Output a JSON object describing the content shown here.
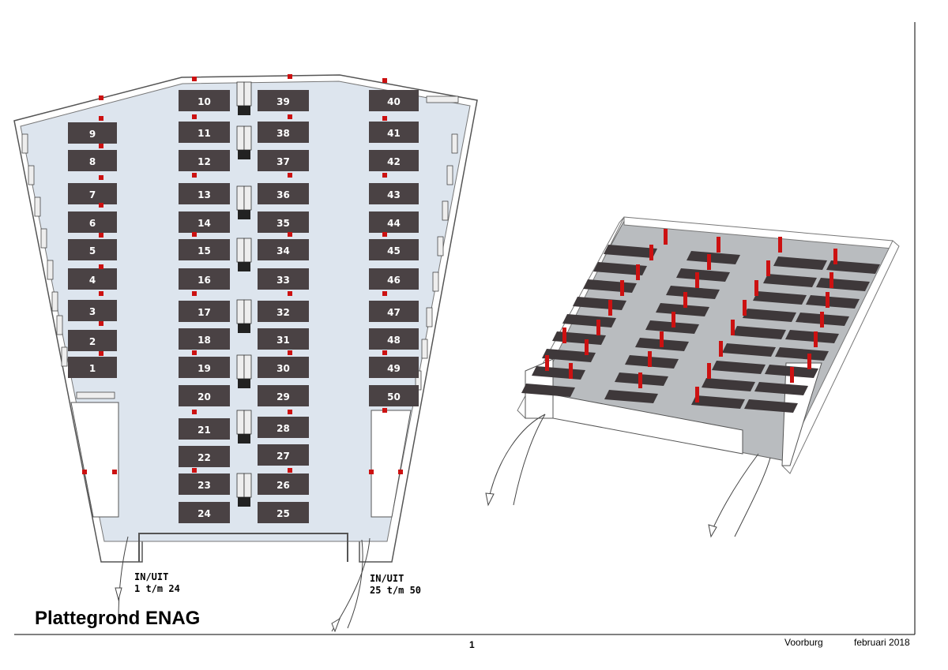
{
  "title": "Plattegrond ENAG",
  "entrances": {
    "left": {
      "line1": "IN/UIT",
      "line2": "1 t/m 24"
    },
    "right": {
      "line1": "IN/UIT",
      "line2": "25 t/m 50"
    }
  },
  "footer": {
    "page": "1",
    "place": "Voorburg",
    "date": "februari 2018"
  },
  "slots": {
    "left_column": [
      "9",
      "8",
      "7",
      "6",
      "5",
      "4",
      "3",
      "2",
      "1"
    ],
    "center_left": [
      "10",
      "11",
      "12",
      "13",
      "14",
      "15",
      "16",
      "17",
      "18",
      "19",
      "20",
      "21",
      "22",
      "23",
      "24"
    ],
    "center_right": [
      "39",
      "38",
      "37",
      "36",
      "35",
      "34",
      "33",
      "32",
      "31",
      "30",
      "29",
      "28",
      "27",
      "26",
      "25"
    ],
    "right_column": [
      "40",
      "41",
      "42",
      "43",
      "44",
      "45",
      "46",
      "47",
      "48",
      "49",
      "50"
    ]
  },
  "colors": {
    "floor": "#dde5ee",
    "slot": "#4a4244",
    "pillar": "#cc1111",
    "wall": "#ffffff",
    "perspective_floor": "#b9bcbf"
  }
}
